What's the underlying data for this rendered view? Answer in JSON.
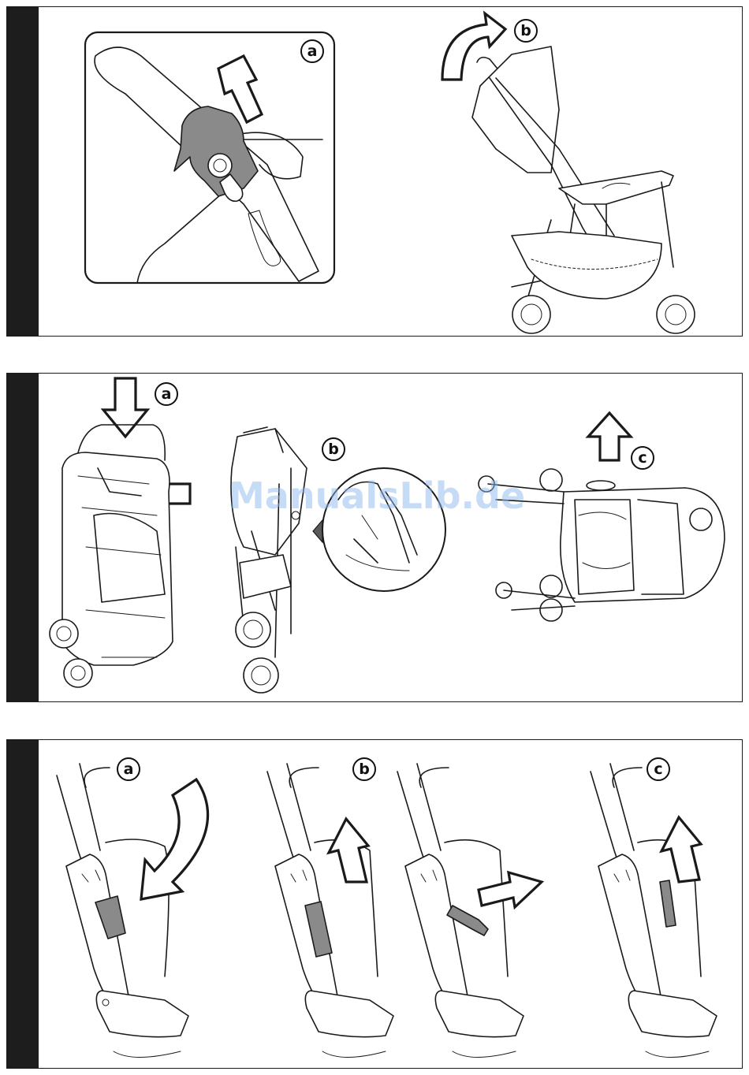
{
  "panels": [
    {
      "id": "panel-1",
      "labels": [
        "a",
        "b"
      ]
    },
    {
      "id": "panel-2",
      "labels": [
        "a",
        "b",
        "c"
      ]
    },
    {
      "id": "panel-3",
      "labels": [
        "a",
        "b",
        "c"
      ]
    }
  ],
  "watermark": {
    "text": "ManualsLib.de"
  },
  "colors": {
    "frame": "#1d1d1d",
    "part_gray": "#8a8a8a",
    "watermark": "#8fb8ec"
  }
}
